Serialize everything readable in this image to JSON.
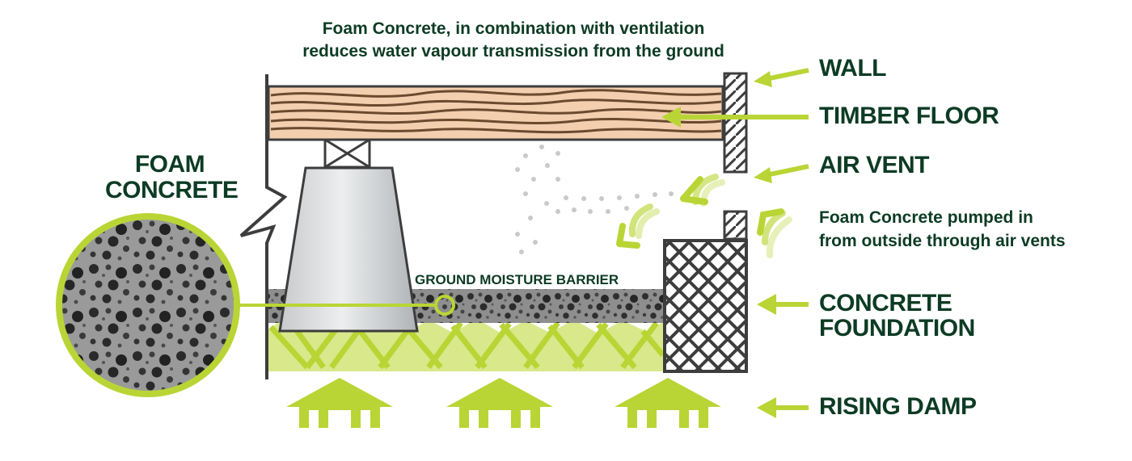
{
  "caption": {
    "line1": "Foam Concrete, in combination with ventilation",
    "line2": "reduces water vapour transmission from the ground"
  },
  "foam_title": {
    "line1": "FOAM",
    "line2": "CONCRETE"
  },
  "labels": {
    "wall": "WALL",
    "timber_floor": "TIMBER FLOOR",
    "air_vent": "AIR VENT",
    "pumped_line1": "Foam Concrete pumped in",
    "pumped_line2": "from outside through air vents",
    "foundation_line1": "CONCRETE",
    "foundation_line2": "FOUNDATION",
    "rising_damp": "RISING DAMP",
    "ground_barrier": "GROUND MOISTURE BARRIER"
  },
  "colors": {
    "text": "#0d3b24",
    "accent": "#b9d535",
    "line": "#3d3d3d",
    "timber": "#f3cfb0",
    "timber_grain": "#6b4a2e",
    "foam": "#8c8c8c"
  },
  "icons": [
    "arrow-left-icon",
    "arrow-up-icon",
    "airflow-icon"
  ]
}
